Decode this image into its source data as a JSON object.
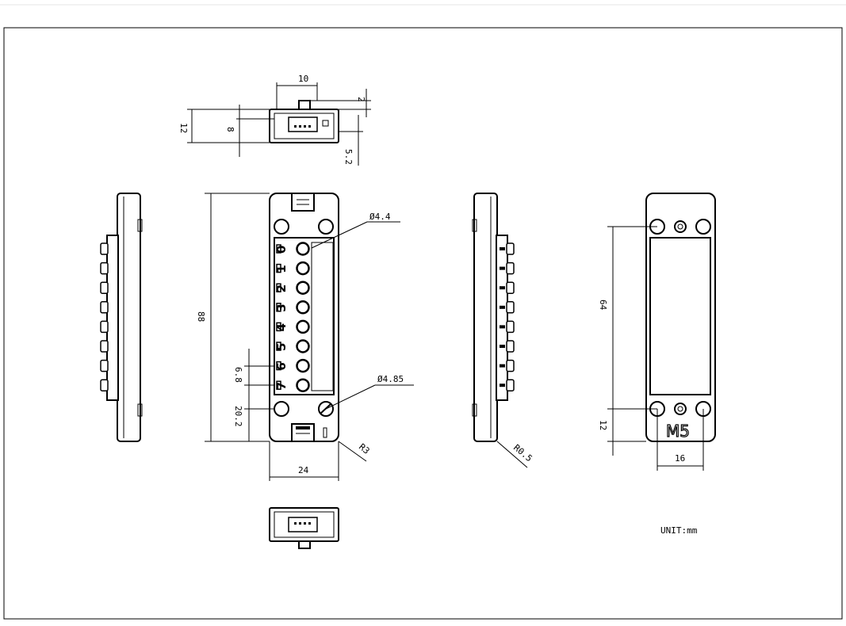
{
  "dimensions": {
    "top_width": "10",
    "top_tab": "2",
    "top_height_total": "12",
    "top_height_body": "8",
    "top_offset": "5.2",
    "front_length": "88",
    "front_pin_pitch": "6.8",
    "front_bottom_offset": "20.2",
    "front_width": "24",
    "hole_small": "Ø4.4",
    "hole_large": "Ø4.85",
    "corner_radius": "R3",
    "side_radius": "R0.5",
    "back_hole_spacing_v": "64",
    "back_bottom_offset": "12",
    "back_hole_spacing_h": "16"
  },
  "pin_labels": [
    "0",
    "1",
    "2",
    "3",
    "4",
    "5",
    "6",
    "7"
  ],
  "logo_text": "M5",
  "unit_label": "UNIT:mm",
  "colors": {
    "line": "#000000",
    "background": "#ffffff"
  }
}
